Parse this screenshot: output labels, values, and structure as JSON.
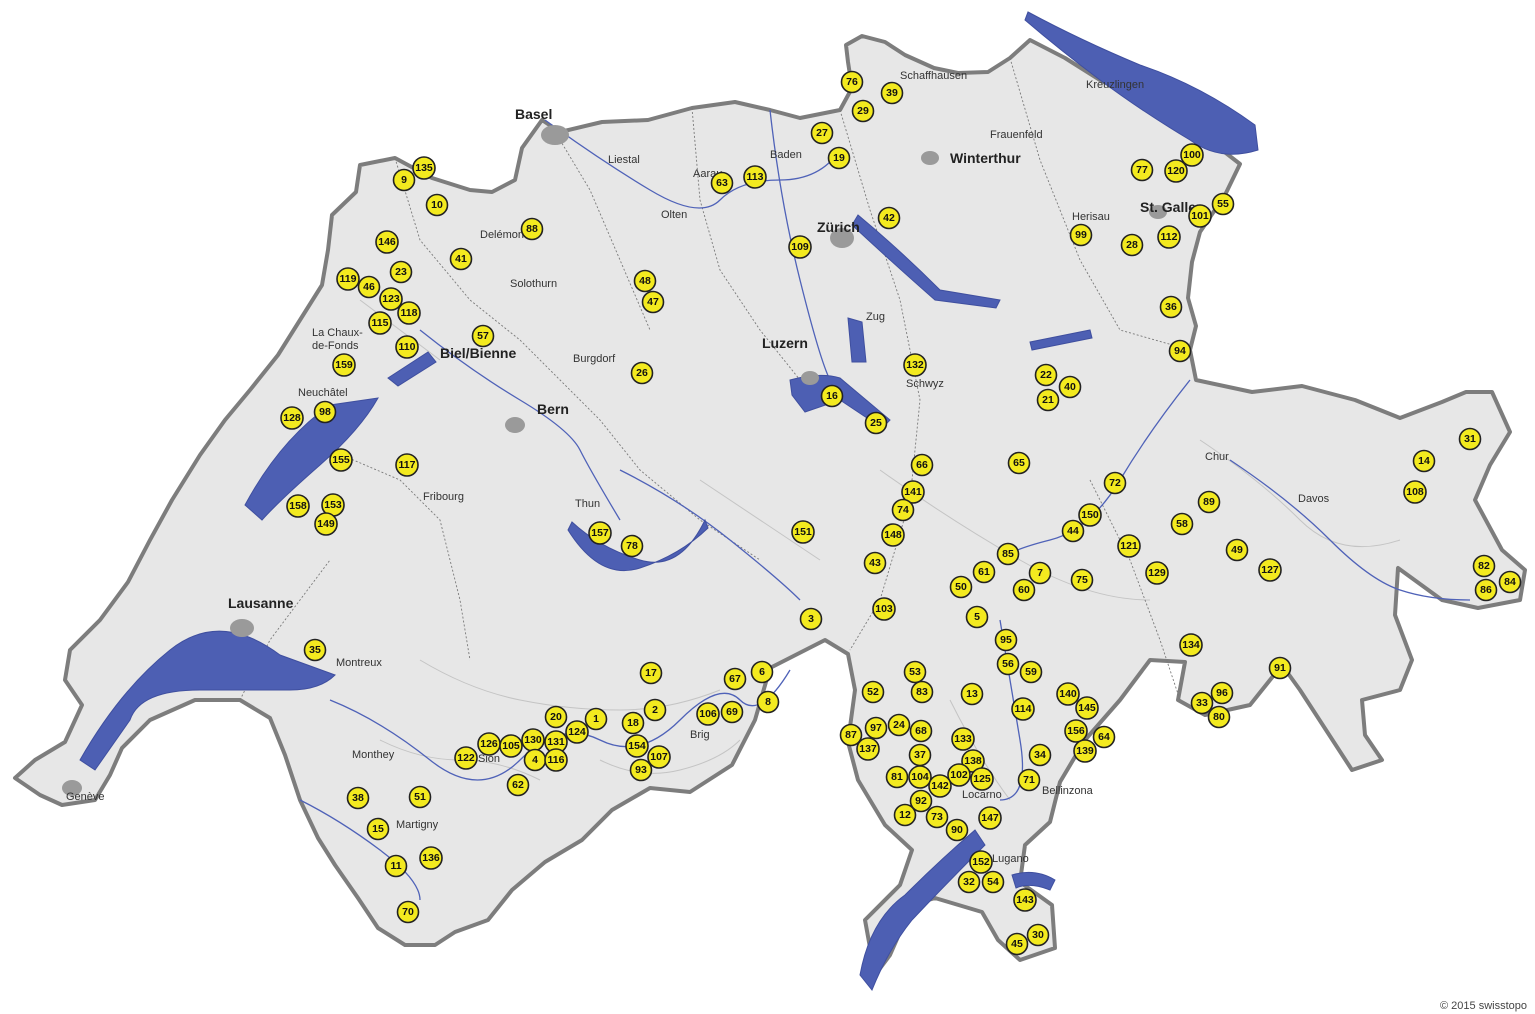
{
  "map": {
    "copyright": "© 2015 swisstopo",
    "colors": {
      "land": "#e7e7e7",
      "border": "#7d7d7d",
      "water": "#4d5fb3",
      "marker": "#f3ea1f"
    },
    "cities": [
      {
        "name": "Basel",
        "size": "big"
      },
      {
        "name": "Schaffhausen",
        "size": "small"
      },
      {
        "name": "Kreuzlingen",
        "size": "small"
      },
      {
        "name": "Liestal",
        "size": "small"
      },
      {
        "name": "Baden",
        "size": "small"
      },
      {
        "name": "Frauenfeld",
        "size": "small"
      },
      {
        "name": "Winterthur",
        "size": "big"
      },
      {
        "name": "Aarau",
        "size": "small"
      },
      {
        "name": "Olten",
        "size": "small"
      },
      {
        "name": "Zürich",
        "size": "big"
      },
      {
        "name": "Herisau",
        "size": "small"
      },
      {
        "name": "St. Gallen",
        "size": "big"
      },
      {
        "name": "Delémont",
        "size": "small"
      },
      {
        "name": "Solothurn",
        "size": "small"
      },
      {
        "name": "Zug",
        "size": "small"
      },
      {
        "name": "La Chaux-",
        "size": "small"
      },
      {
        "name": "de-Fonds",
        "size": "small"
      },
      {
        "name": "Biel/Bienne",
        "size": "big"
      },
      {
        "name": "Burgdorf",
        "size": "small"
      },
      {
        "name": "Luzern",
        "size": "big"
      },
      {
        "name": "Schwyz",
        "size": "small"
      },
      {
        "name": "Neuchâtel",
        "size": "small"
      },
      {
        "name": "Bern",
        "size": "big"
      },
      {
        "name": "Chur",
        "size": "small"
      },
      {
        "name": "Fribourg",
        "size": "small"
      },
      {
        "name": "Thun",
        "size": "small"
      },
      {
        "name": "Davos",
        "size": "small"
      },
      {
        "name": "Lausanne",
        "size": "big"
      },
      {
        "name": "Montreux",
        "size": "small"
      },
      {
        "name": "Brig",
        "size": "small"
      },
      {
        "name": "Monthey",
        "size": "small"
      },
      {
        "name": "Sion",
        "size": "small"
      },
      {
        "name": "Genève",
        "size": "small"
      },
      {
        "name": "Martigny",
        "size": "small"
      },
      {
        "name": "Locarno",
        "size": "small"
      },
      {
        "name": "Bellinzona",
        "size": "small"
      },
      {
        "name": "Lugano",
        "size": "small"
      }
    ],
    "markers": [
      "76",
      "39",
      "29",
      "27",
      "19",
      "63",
      "113",
      "9",
      "135",
      "10",
      "42",
      "88",
      "146",
      "41",
      "109",
      "119",
      "23",
      "46",
      "123",
      "118",
      "115",
      "110",
      "159",
      "57",
      "48",
      "47",
      "26",
      "128",
      "98",
      "155",
      "117",
      "158",
      "153",
      "149",
      "157",
      "78",
      "16",
      "25",
      "132",
      "22",
      "40",
      "21",
      "77",
      "120",
      "100",
      "101",
      "55",
      "99",
      "28",
      "112",
      "36",
      "94",
      "151",
      "66",
      "141",
      "74",
      "148",
      "43",
      "103",
      "3",
      "65",
      "72",
      "150",
      "44",
      "85",
      "61",
      "50",
      "7",
      "60",
      "75",
      "5",
      "121",
      "89",
      "58",
      "49",
      "127",
      "129",
      "31",
      "14",
      "108",
      "82",
      "84",
      "86",
      "134",
      "91",
      "33",
      "96",
      "80",
      "35",
      "17",
      "67",
      "6",
      "2",
      "1",
      "18",
      "69",
      "106",
      "8",
      "20",
      "124",
      "130",
      "131",
      "126",
      "105",
      "122",
      "4",
      "116",
      "154",
      "107",
      "93",
      "62",
      "53",
      "52",
      "83",
      "13",
      "95",
      "56",
      "59",
      "140",
      "145",
      "114",
      "156",
      "64",
      "139",
      "87",
      "97",
      "24",
      "68",
      "137",
      "37",
      "133",
      "138",
      "34",
      "81",
      "104",
      "102",
      "125",
      "142",
      "92",
      "71",
      "12",
      "73",
      "90",
      "147",
      "152",
      "32",
      "54",
      "143",
      "45",
      "30",
      "51",
      "38",
      "15",
      "11",
      "136",
      "70"
    ]
  }
}
